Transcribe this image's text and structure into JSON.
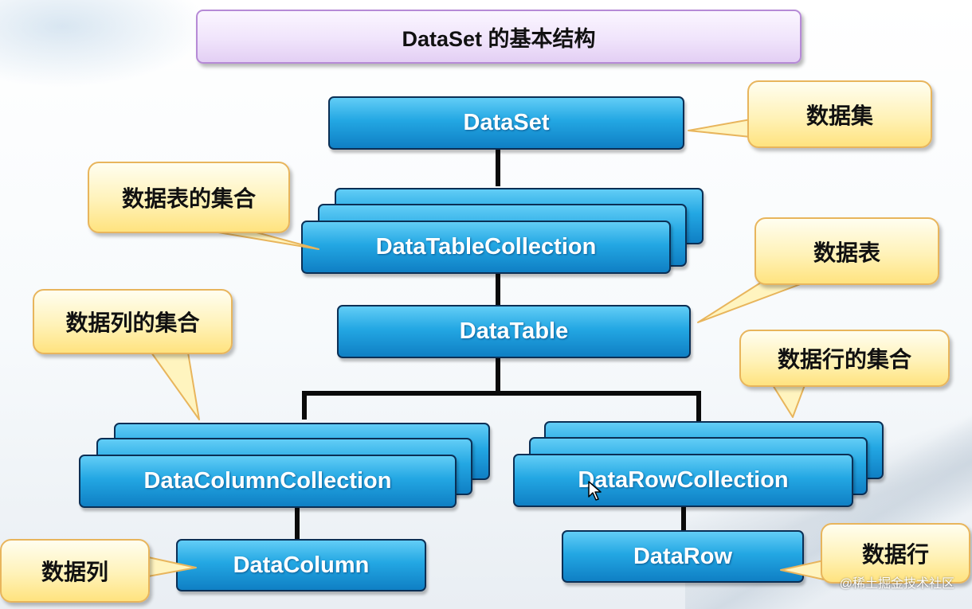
{
  "title": "DataSet 的基本结构",
  "nodes": {
    "dataset": "DataSet",
    "datatable_collection": "DataTableCollection",
    "datatable": "DataTable",
    "datacolumn_collection": "DataColumnCollection",
    "datarow_collection": "DataRowCollection",
    "datacolumn": "DataColumn",
    "datarow": "DataRow"
  },
  "callouts": {
    "dataset": "数据集",
    "datatable_collection": "数据表的集合",
    "datatable": "数据表",
    "datacolumn_collection": "数据列的集合",
    "datarow_collection": "数据行的集合",
    "datacolumn": "数据列",
    "datarow": "数据行"
  },
  "watermark": "@稀土掘金技术社区",
  "colors": {
    "node_fill": "#23a7e3",
    "node_border": "#0b2f55",
    "callout_fill": "#fff2b8",
    "callout_border": "#e8b55c",
    "title_fill": "#f0e4fb",
    "title_border": "#b68ad6"
  },
  "icons": {
    "cursor": "arrow-cursor-icon"
  }
}
